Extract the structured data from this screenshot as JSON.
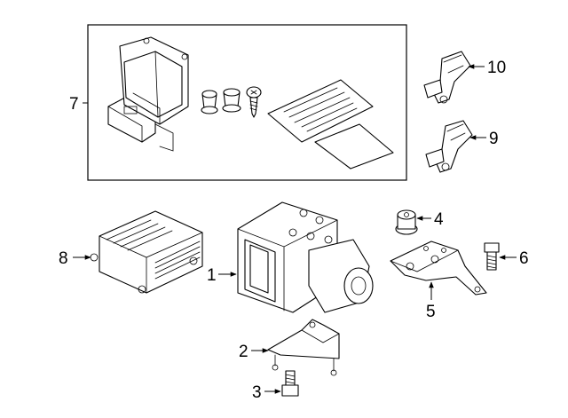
{
  "callouts": {
    "c1": "1",
    "c2": "2",
    "c3": "3",
    "c4": "4",
    "c5": "5",
    "c6": "6",
    "c7": "7",
    "c8": "8",
    "c9": "9",
    "c10": "10"
  },
  "parts": [
    {
      "callout": "1",
      "icon": "abs-hydraulic-modulator-icon"
    },
    {
      "callout": "2",
      "icon": "modulator-mounting-bracket-icon"
    },
    {
      "callout": "3",
      "icon": "bracket-bolt-icon"
    },
    {
      "callout": "4",
      "icon": "rubber-grommet-icon"
    },
    {
      "callout": "5",
      "icon": "mounting-bracket-icon"
    },
    {
      "callout": "6",
      "icon": "mounting-bolt-icon"
    },
    {
      "callout": "7",
      "icon": "control-module-kit-icon"
    },
    {
      "callout": "8",
      "icon": "electronic-control-unit-icon"
    },
    {
      "callout": "9",
      "icon": "wheel-speed-sensor-icon"
    },
    {
      "callout": "10",
      "icon": "wheel-speed-sensor-icon"
    }
  ]
}
